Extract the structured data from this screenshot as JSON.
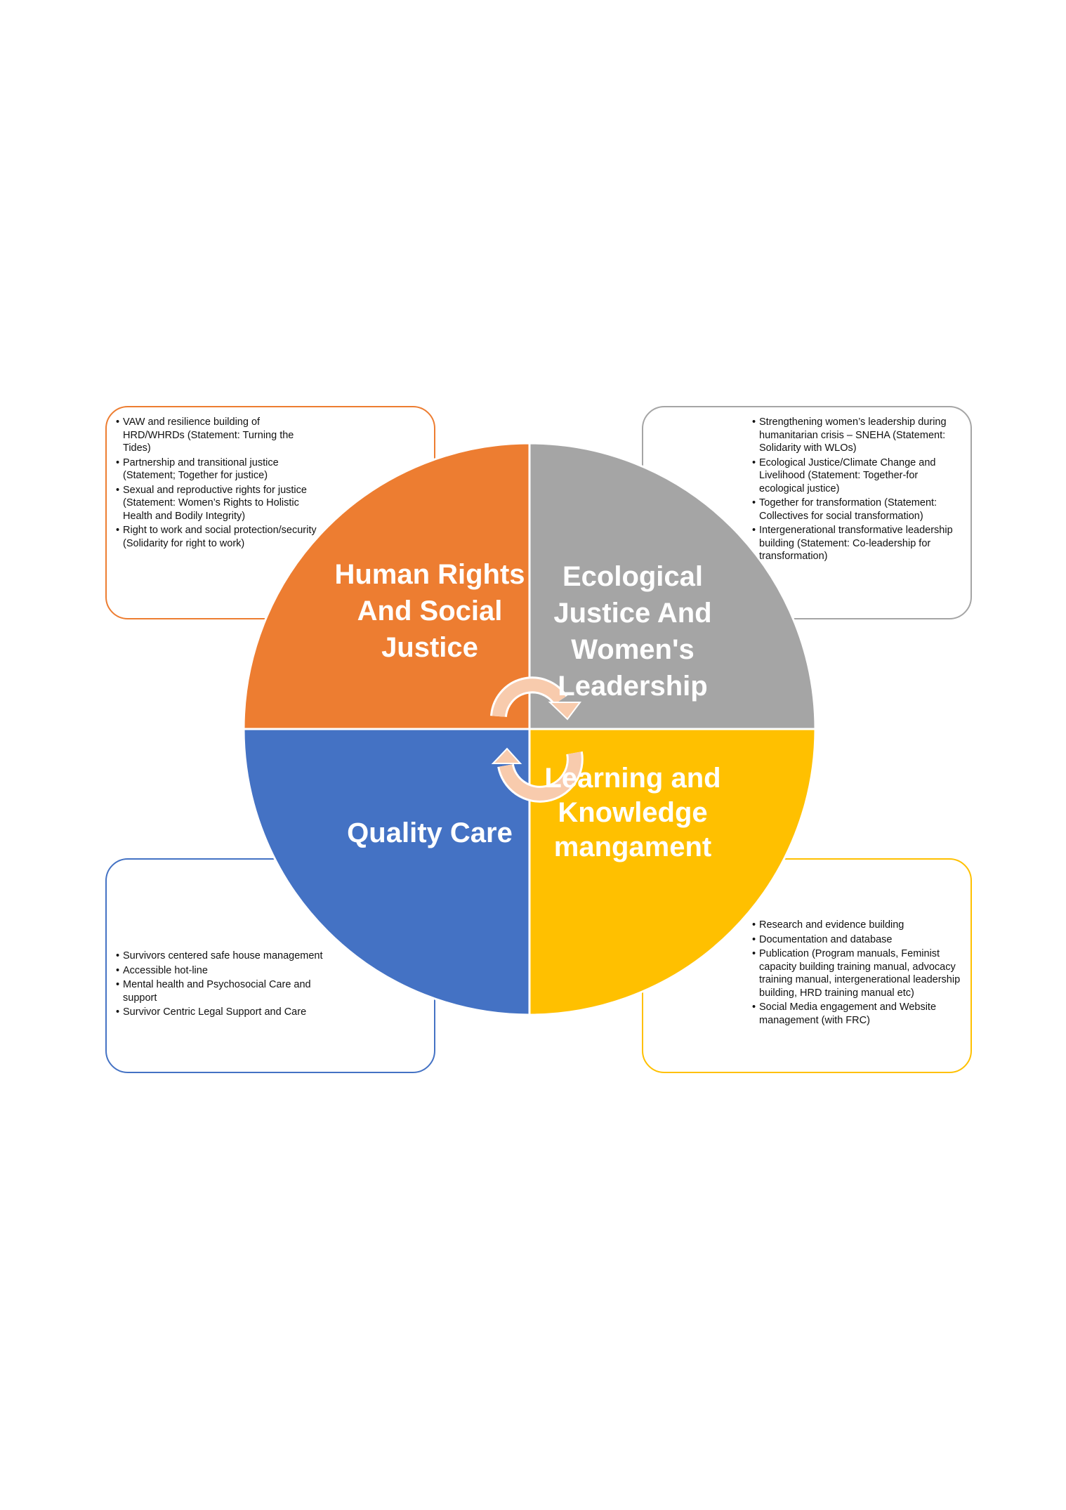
{
  "colors": {
    "human_rights": "#ED7D31",
    "ecological": "#A5A5A5",
    "quality_care": "#4472C4",
    "learning": "#FFC000",
    "cycle_arrows": "#F8CBAD"
  },
  "quadrants": {
    "top_left": "Human Rights And Social Justice",
    "top_right": "Ecological Justice And Women's Leadership",
    "bottom_left": "Quality Care",
    "bottom_right": "Learning and Knowledge mangament"
  },
  "boxes": {
    "top_left": [
      "VAW and resilience building of HRD/WHRDs (Statement: Turning the Tides)",
      "Partnership and transitional justice (Statement; Together for justice)",
      "Sexual and reproductive rights for justice (Statement: Women’s Rights to Holistic Health and Bodily Integrity)",
      "Right to work and social protection/security (Solidarity for right to work)"
    ],
    "top_right": [
      "Strengthening women’s leadership during humanitarian crisis – SNEHA (Statement: Solidarity with WLOs)",
      "Ecological Justice/Climate Change and Livelihood (Statement: Together-for ecological justice)",
      "Together for transformation (Statement: Collectives for social transformation)",
      "Intergenerational transformative leadership building (Statement: Co-leadership for transformation)"
    ],
    "bottom_left": [
      "Survivors centered safe house management",
      "Accessible hot-line",
      "Mental health and Psychosocial Care and support",
      "Survivor Centric Legal Support and Care"
    ],
    "bottom_right": [
      "Research and evidence building",
      "Documentation and database",
      "Publication (Program manuals, Feminist capacity building training manual, advocacy training manual, intergenerational leadership building, HRD training manual etc)",
      "Social Media engagement and Website management (with FRC)"
    ]
  }
}
